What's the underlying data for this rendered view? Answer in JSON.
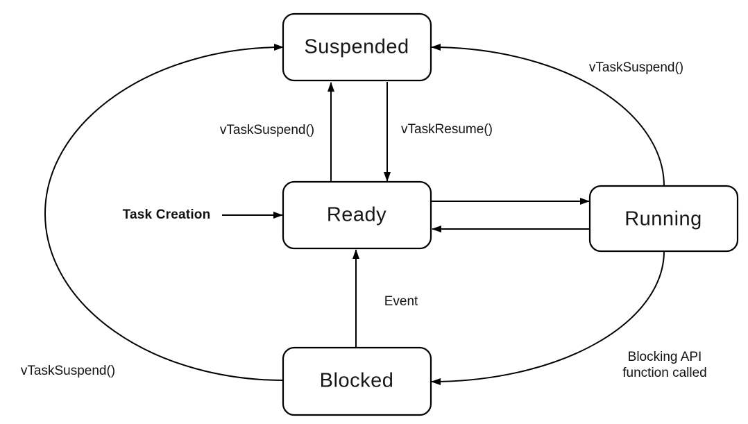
{
  "diagram": {
    "type": "state-diagram",
    "subject": "Task state transitions",
    "colors": {
      "background": "#ffffff",
      "box_fill": "#ffffff",
      "stroke": "#000000",
      "text": "#1a1a1a"
    },
    "states": [
      {
        "id": "suspended",
        "label": "Suspended"
      },
      {
        "id": "ready",
        "label": "Ready"
      },
      {
        "id": "running",
        "label": "Running"
      },
      {
        "id": "blocked",
        "label": "Blocked"
      }
    ],
    "transitions": [
      {
        "from": "ready",
        "to": "suspended",
        "label": "vTaskSuspend()"
      },
      {
        "from": "suspended",
        "to": "ready",
        "label": "vTaskResume()"
      },
      {
        "from": "creation",
        "to": "ready",
        "label": "Task Creation"
      },
      {
        "from": "ready",
        "to": "running",
        "label": ""
      },
      {
        "from": "running",
        "to": "ready",
        "label": ""
      },
      {
        "from": "blocked",
        "to": "ready",
        "label": "Event"
      },
      {
        "from": "running",
        "to": "suspended",
        "label": "vTaskSuspend()"
      },
      {
        "from": "running",
        "to": "blocked",
        "label": "Blocking API function called",
        "label_lines": {
          "line1": "Blocking API",
          "line2": "function called"
        }
      },
      {
        "from": "blocked",
        "to": "suspended",
        "label": "vTaskSuspend()"
      }
    ]
  }
}
